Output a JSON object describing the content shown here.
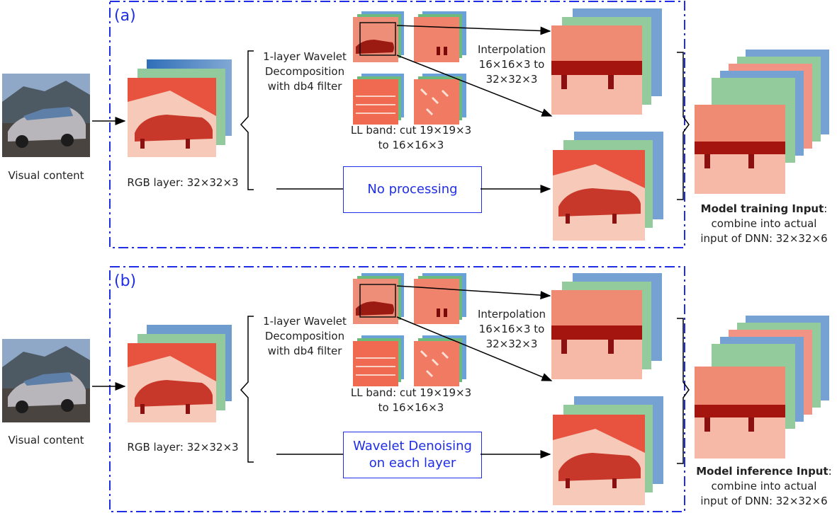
{
  "panels": [
    {
      "label": "(a)",
      "visual_caption": "Visual content",
      "rgb_caption": "RGB layer: 32×32×3",
      "wavelet_caption": [
        "1-layer Wavelet",
        "Decomposition",
        "with db4 filter"
      ],
      "ll_caption": [
        "LL band: cut 19×19×3",
        "to 16×16×3"
      ],
      "interp_caption": [
        "Interpolation",
        "16×16×3 to",
        "32×32×3"
      ],
      "process_box": [
        "No processing"
      ],
      "output_title": "Model training Input",
      "output_caption": [
        "combine into actual",
        "input of DNN: 32×32×6"
      ]
    },
    {
      "label": "(b)",
      "visual_caption": "Visual content",
      "rgb_caption": "RGB layer: 32×32×3",
      "wavelet_caption": [
        "1-layer Wavelet",
        "Decomposition",
        "with db4 filter"
      ],
      "ll_caption": [
        "LL band: cut 19×19×3",
        "to 16×16×3"
      ],
      "interp_caption": [
        "Interpolation",
        "16×16×3 to",
        "32×32×3"
      ],
      "process_box": [
        "Wavelet Denoising",
        "on each layer"
      ],
      "output_title": "Model inference Input",
      "output_caption": [
        "combine into actual",
        "input of DNN: 32×32×6"
      ]
    }
  ],
  "colors": {
    "frame": "#1f2ee6",
    "channel_red": "#e8533f",
    "channel_green": "#3f9f55",
    "channel_blue": "#2f6fb8",
    "car_dark": "#8b1010"
  }
}
